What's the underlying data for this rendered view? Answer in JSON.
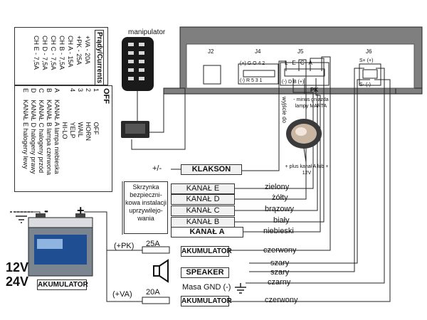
{
  "manipulator": {
    "label": "manipulator"
  },
  "currents": {
    "title": "Prądy/Currents",
    "items": [
      "+VA - 20A",
      "+PK - 25A",
      "CH A - 15A",
      "CH B - 7,5A",
      "CH C - 7,5A",
      "CH D - 7,5A",
      "CH E - 7,5A"
    ]
  },
  "modes": {
    "title": "OFF",
    "items": [
      {
        "key": "1",
        "name": "OFF"
      },
      {
        "key": "2",
        "name": "HORN"
      },
      {
        "key": "3",
        "name": "WAIL"
      },
      {
        "key": "4",
        "name": "YELP"
      },
      {
        "key": "",
        "name": "HI-LO"
      },
      {
        "key": "A",
        "name": "KANAŁ A lampa niebieska"
      },
      {
        "key": "B",
        "name": "KANAŁ B lampa czerwona"
      },
      {
        "key": "C",
        "name": "KANAŁ C halogeny przód"
      },
      {
        "key": "D",
        "name": "KANAŁ D halogeny prawy"
      },
      {
        "key": "E",
        "name": "KANAŁ E halogeny lewy"
      }
    ]
  },
  "device": {
    "j2": "J2",
    "j4": "J4",
    "j5": "J5",
    "j6": "J6",
    "j4_top": "(+) G O 4 2",
    "j4_bottom": "(-) R 5 3 1",
    "j5_top": "L E C A",
    "j5_bottom": "(-) D B (+)",
    "j5_pk": "PK",
    "j6_top": "S+ (+)",
    "j6_bottom": "S- (-)"
  },
  "lamp": {
    "vertical_note": "wyjście do",
    "minus_note": "- minus gniazda lampy MARTA",
    "plus_note": "+ plus kanał A lub + 12V"
  },
  "klakson": {
    "prefix": "+/-",
    "label": "KLAKSON"
  },
  "box_note": "Skrzynka bezpieczni-kowa instalacji uprzywilejo-wania",
  "channels": [
    {
      "label": "KANAŁ E",
      "color_name": "zielony"
    },
    {
      "label": "KANAŁ D",
      "color_name": "żółty"
    },
    {
      "label": "KANAŁ C",
      "color_name": "brązowy"
    },
    {
      "label": "KANAŁ B",
      "color_name": "biały"
    },
    {
      "label": "KANAŁ A",
      "color_name": "niebieski"
    }
  ],
  "pk_line": {
    "prefix": "(+PK)",
    "fuse": "25A",
    "label": "AKUMULATOR",
    "color_name": "czerwony"
  },
  "speaker": {
    "label": "SPEAKER",
    "wire1": "szary",
    "wire2": "szary"
  },
  "ground": {
    "label": "Masa GND (-)",
    "color_name": "czarny"
  },
  "va_line": {
    "prefix": "(+VA)",
    "fuse": "20A",
    "label": "AKUMULATOR",
    "color_name": "czerwony"
  },
  "battery": {
    "v12": "12V",
    "v24": "24V",
    "label": "AKUMULATOR",
    "minus": "-",
    "plus": "+"
  }
}
